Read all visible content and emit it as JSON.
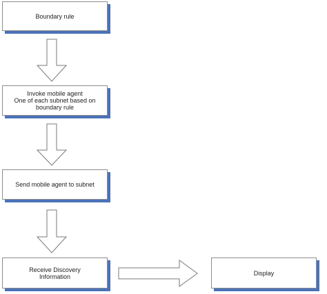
{
  "diagram": {
    "nodes": {
      "boundary_rule": {
        "lines": [
          "Boundary rule"
        ]
      },
      "invoke_agent": {
        "lines": [
          "Invoke mobile agent",
          "One of each subnet based on",
          "boundary rule"
        ]
      },
      "send_agent": {
        "lines": [
          "Send mobile agent to subnet"
        ]
      },
      "receive_info": {
        "lines": [
          "Receive Discovery",
          "Information"
        ]
      },
      "display": {
        "lines": [
          "Display"
        ]
      }
    },
    "edges": [
      {
        "from": "boundary_rule",
        "to": "invoke_agent"
      },
      {
        "from": "invoke_agent",
        "to": "send_agent"
      },
      {
        "from": "send_agent",
        "to": "receive_info"
      },
      {
        "from": "receive_info",
        "to": "display"
      }
    ],
    "colors": {
      "shadow": "#4a72b8",
      "border": "#8c8c8c",
      "arrow_fill": "#ffffff",
      "arrow_stroke": "#7a7a7a"
    }
  }
}
